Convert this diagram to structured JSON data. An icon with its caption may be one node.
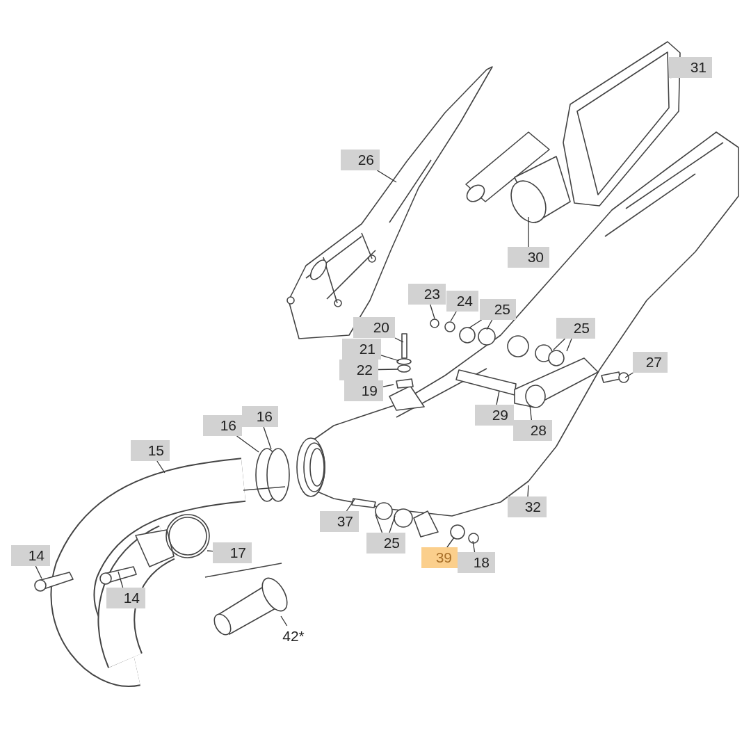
{
  "diagram": {
    "nodes": [
      {
        "text": [
          "31"
        ]
      },
      {
        "text": [
          "26"
        ]
      },
      {
        "text": [
          "30"
        ]
      },
      {
        "text": [
          "23"
        ]
      },
      {
        "text": [
          "24"
        ]
      },
      {
        "text": [
          "25"
        ]
      },
      {
        "text": [
          "20"
        ]
      },
      {
        "text": [
          "25"
        ]
      },
      {
        "text": [
          "21"
        ]
      },
      {
        "text": [
          "27"
        ]
      },
      {
        "text": [
          "22"
        ]
      },
      {
        "text": [
          "19"
        ]
      },
      {
        "text": [
          "16"
        ]
      },
      {
        "text": [
          "16"
        ]
      },
      {
        "text": [
          "29"
        ]
      },
      {
        "text": [
          "28"
        ]
      },
      {
        "text": [
          "15"
        ]
      },
      {
        "text": [
          "32"
        ]
      },
      {
        "text": [
          "37"
        ]
      },
      {
        "text": [
          "17"
        ]
      },
      {
        "text": [
          "25"
        ]
      },
      {
        "text": [
          "14"
        ]
      },
      {
        "text": [
          "39"
        ]
      },
      {
        "text": [
          "18"
        ]
      },
      {
        "text": [
          "14"
        ]
      },
      {
        "text": [
          "42*"
        ]
      }
    ],
    "edges": [
      {
        "from": 0,
        "to": null,
        "arrow": "none"
      },
      {
        "from": 1,
        "to": null,
        "arrow": "none"
      },
      {
        "from": 2,
        "to": null,
        "arrow": "none"
      },
      {
        "from": 3,
        "to": null,
        "arrow": "none"
      },
      {
        "from": 4,
        "to": null,
        "arrow": "none"
      },
      {
        "from": 5,
        "to": null,
        "arrow": "none"
      },
      {
        "from": 5,
        "to": null,
        "arrow": "none"
      },
      {
        "from": 6,
        "to": null,
        "arrow": "none"
      },
      {
        "from": 7,
        "to": null,
        "arrow": "none"
      },
      {
        "from": 7,
        "to": null,
        "arrow": "none"
      },
      {
        "from": 8,
        "to": null,
        "arrow": "none"
      },
      {
        "from": 9,
        "to": null,
        "arrow": "none"
      },
      {
        "from": 10,
        "to": null,
        "arrow": "none"
      },
      {
        "from": 11,
        "to": null,
        "arrow": "none"
      },
      {
        "from": 12,
        "to": null,
        "arrow": "none"
      },
      {
        "from": 13,
        "to": null,
        "arrow": "none"
      },
      {
        "from": 14,
        "to": null,
        "arrow": "none"
      },
      {
        "from": 15,
        "to": null,
        "arrow": "none"
      },
      {
        "from": 16,
        "to": null,
        "arrow": "none"
      },
      {
        "from": 17,
        "to": null,
        "arrow": "none"
      },
      {
        "from": 18,
        "to": null,
        "arrow": "none"
      },
      {
        "from": 19,
        "to": null,
        "arrow": "none"
      },
      {
        "from": 20,
        "to": null,
        "arrow": "none"
      },
      {
        "from": 20,
        "to": null,
        "arrow": "none"
      },
      {
        "from": 21,
        "to": null,
        "arrow": "none"
      },
      {
        "from": 22,
        "to": null,
        "arrow": "none"
      },
      {
        "from": 23,
        "to": null,
        "arrow": "none"
      },
      {
        "from": 24,
        "to": null,
        "arrow": "none"
      },
      {
        "from": 25,
        "to": null,
        "arrow": "none"
      }
    ]
  }
}
